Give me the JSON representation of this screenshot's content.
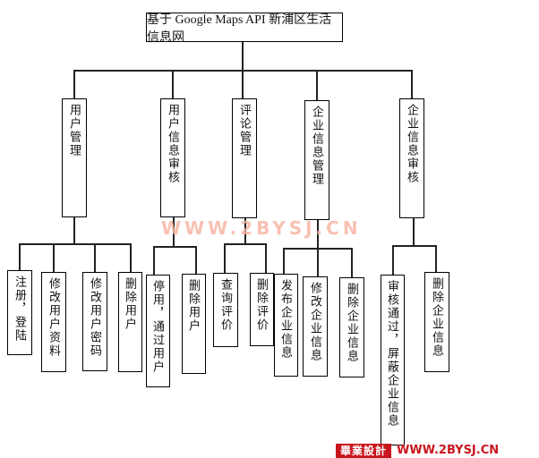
{
  "root": "基于 Google Maps API  新浦区生活信息网",
  "modules": [
    {
      "label": "用户管理",
      "children": [
        "注册，登陆",
        "修改用户资料",
        "修改用户密码",
        "删除用户"
      ]
    },
    {
      "label": "用户信息审核",
      "children": [
        "停用，通过用户",
        "删除用户"
      ]
    },
    {
      "label": "评论管理",
      "children": [
        "查询评价",
        "删除评价"
      ]
    },
    {
      "label": "企业信息管理",
      "children": [
        "发布企业信息",
        "修改企业信息",
        "删除企业信息"
      ]
    },
    {
      "label": "企业信息审核",
      "children": [
        "审核通过，屏蔽企业信息",
        "删除企业信息"
      ]
    }
  ],
  "watermark": "WWW.2BYSJ.CN",
  "banner": {
    "brand": "畢業設計",
    "url": "WWW.2BYSJ.CN"
  }
}
